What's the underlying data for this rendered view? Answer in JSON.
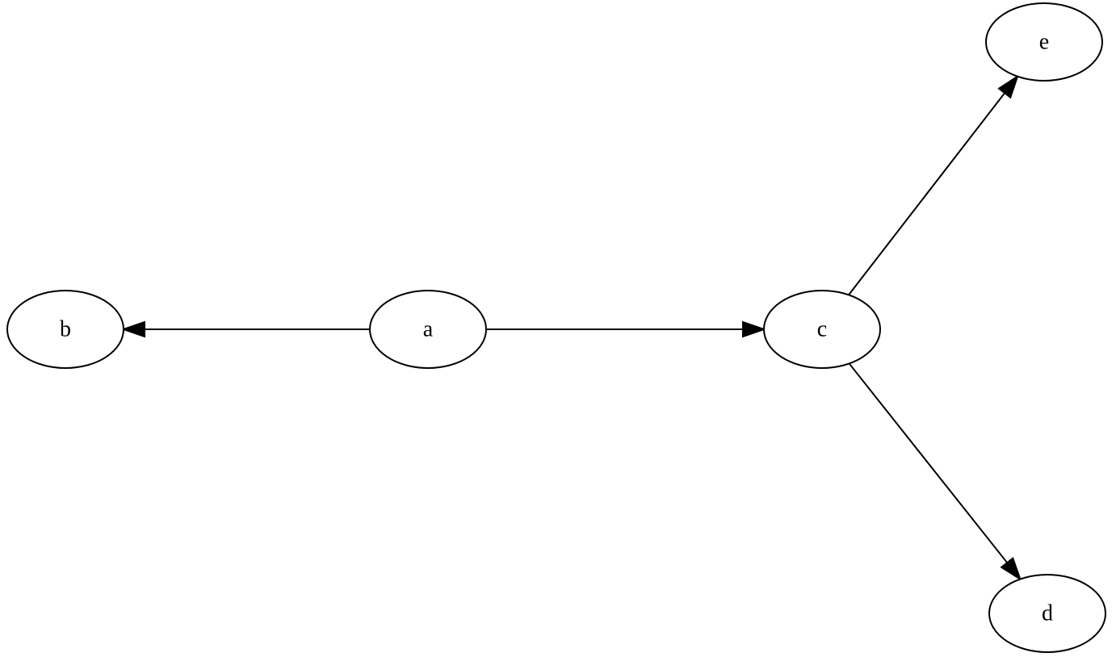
{
  "graph": {
    "directed": true,
    "nodes": [
      {
        "id": "a",
        "label": "a"
      },
      {
        "id": "b",
        "label": "b"
      },
      {
        "id": "c",
        "label": "c"
      },
      {
        "id": "d",
        "label": "d"
      },
      {
        "id": "e",
        "label": "e"
      }
    ],
    "edges": [
      {
        "from": "a",
        "to": "b"
      },
      {
        "from": "a",
        "to": "c"
      },
      {
        "from": "c",
        "to": "e"
      },
      {
        "from": "c",
        "to": "d"
      }
    ]
  },
  "colors": {
    "background": "#ffffff",
    "stroke": "#000000",
    "text": "#000000"
  }
}
